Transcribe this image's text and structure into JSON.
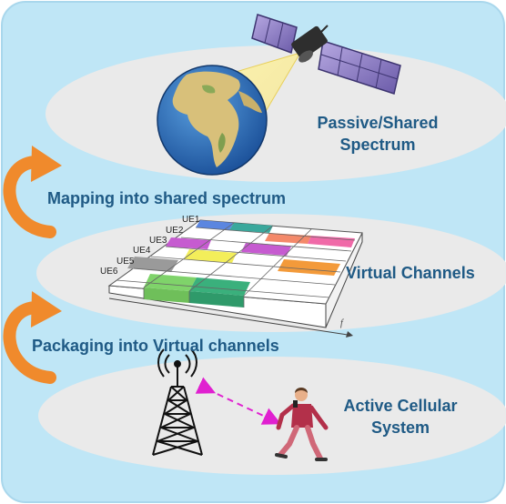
{
  "layers": {
    "top": {
      "title_line1": "Passive/Shared",
      "title_line2": "Spectrum"
    },
    "middle": {
      "title": "Virtual Channels"
    },
    "bottom": {
      "title_line1": "Active Cellular",
      "title_line2": "System"
    }
  },
  "arrows": {
    "upper_label": "Mapping into shared spectrum",
    "lower_label": "Packaging into Virtual channels"
  },
  "grid": {
    "ue_labels": [
      "UE1",
      "UE2",
      "UE3",
      "UE4",
      "UE5",
      "UE6"
    ],
    "freq_axis_label": "f"
  },
  "colors": {
    "background": "#bfe6f6",
    "ellipse": "#eaeaea",
    "label_text": "#1f5a85",
    "curved_arrow": "#f08a2c",
    "link_arrow": "#e020d0"
  },
  "icons": [
    "satellite-icon",
    "earth-globe-icon",
    "cell-tower-icon",
    "walking-person-icon"
  ]
}
